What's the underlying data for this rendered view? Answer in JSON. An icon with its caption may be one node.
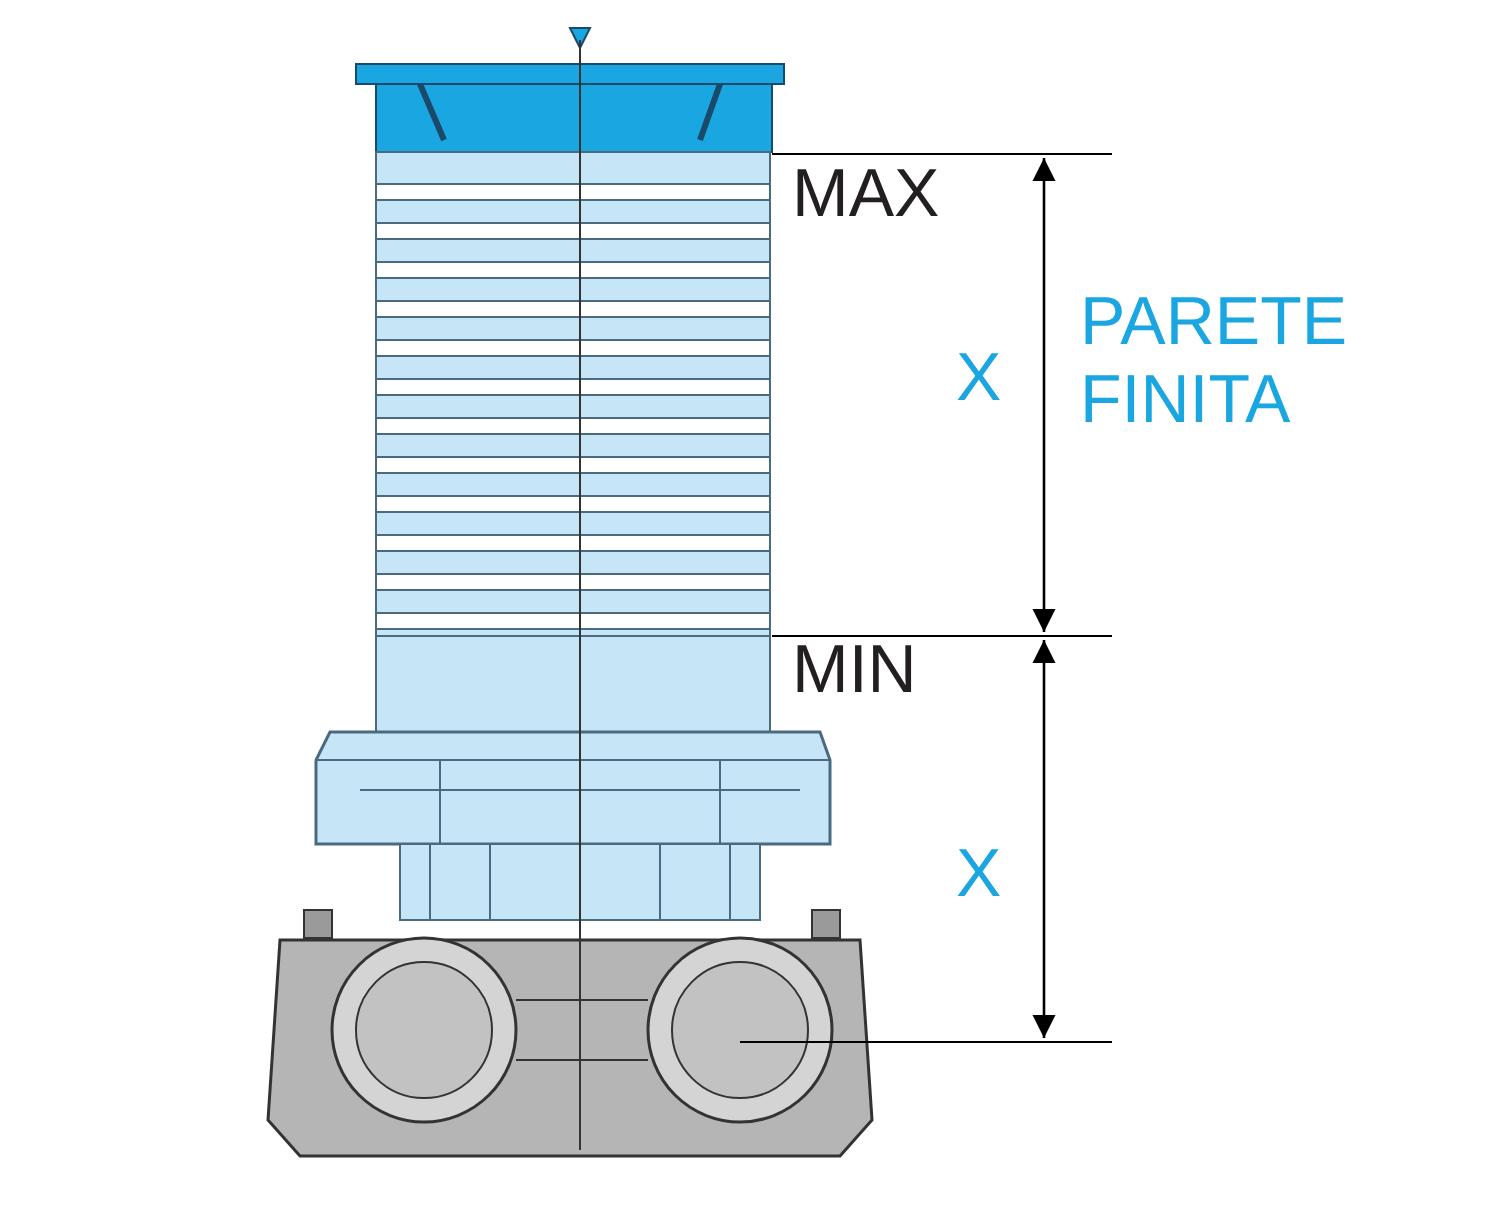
{
  "diagram": {
    "labels": [
      "MAX",
      "X",
      "PARETE FINITA",
      "MIN",
      "X"
    ]
  }
}
